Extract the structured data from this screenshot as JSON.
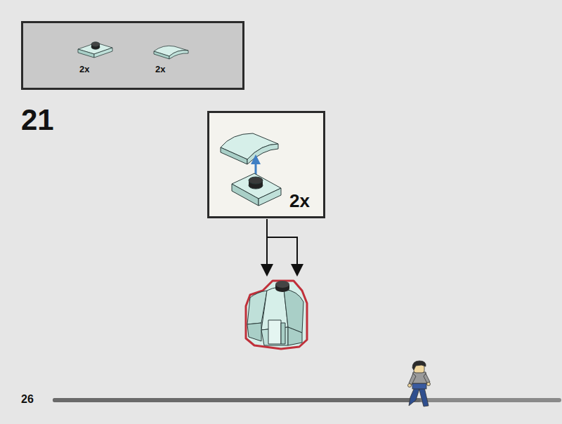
{
  "diagram": {
    "nodes": [
      {
        "text": [
          "2x",
          "2x"
        ]
      },
      {
        "text": [
          "2x"
        ]
      }
    ],
    "labels": [
      "21",
      "26"
    ]
  }
}
